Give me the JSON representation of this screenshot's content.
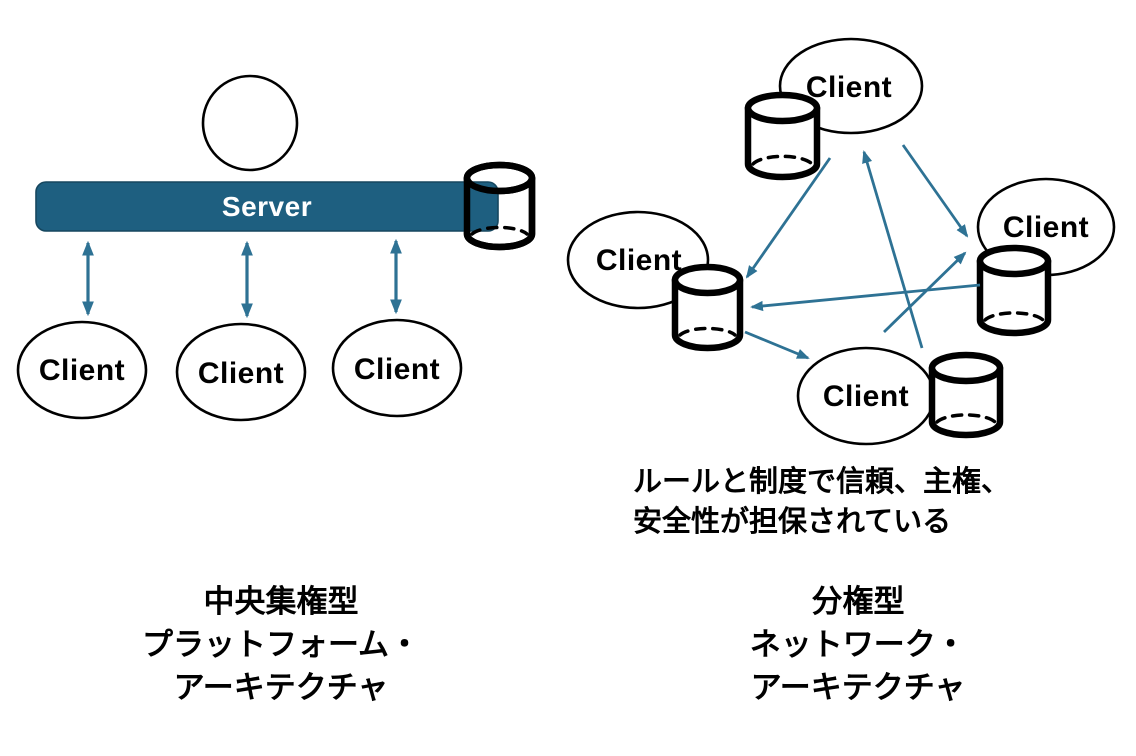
{
  "left_panel": {
    "server_label": "Server",
    "clients": [
      "Client",
      "Client",
      "Client"
    ],
    "caption": [
      "中央集権型",
      "プラットフォーム・",
      "アーキテクチャ"
    ]
  },
  "right_panel": {
    "clients": [
      "Client",
      "Client",
      "Client",
      "Client"
    ],
    "note": [
      "ルールと制度で信頼、主権、",
      "安全性が担保されている"
    ],
    "caption": [
      "分権型",
      "ネットワーク・",
      "アーキテクチャ"
    ]
  },
  "icons": {
    "database": "database-cylinder-icon",
    "actor": "circle-node",
    "link": "arrow-connector"
  },
  "colors": {
    "bar_fill": "#1e5f80",
    "bar_border": "#16475f",
    "arrow": "#2e7294",
    "outline": "#000000",
    "server_text": "#ffffff",
    "label_text": "#000000"
  }
}
